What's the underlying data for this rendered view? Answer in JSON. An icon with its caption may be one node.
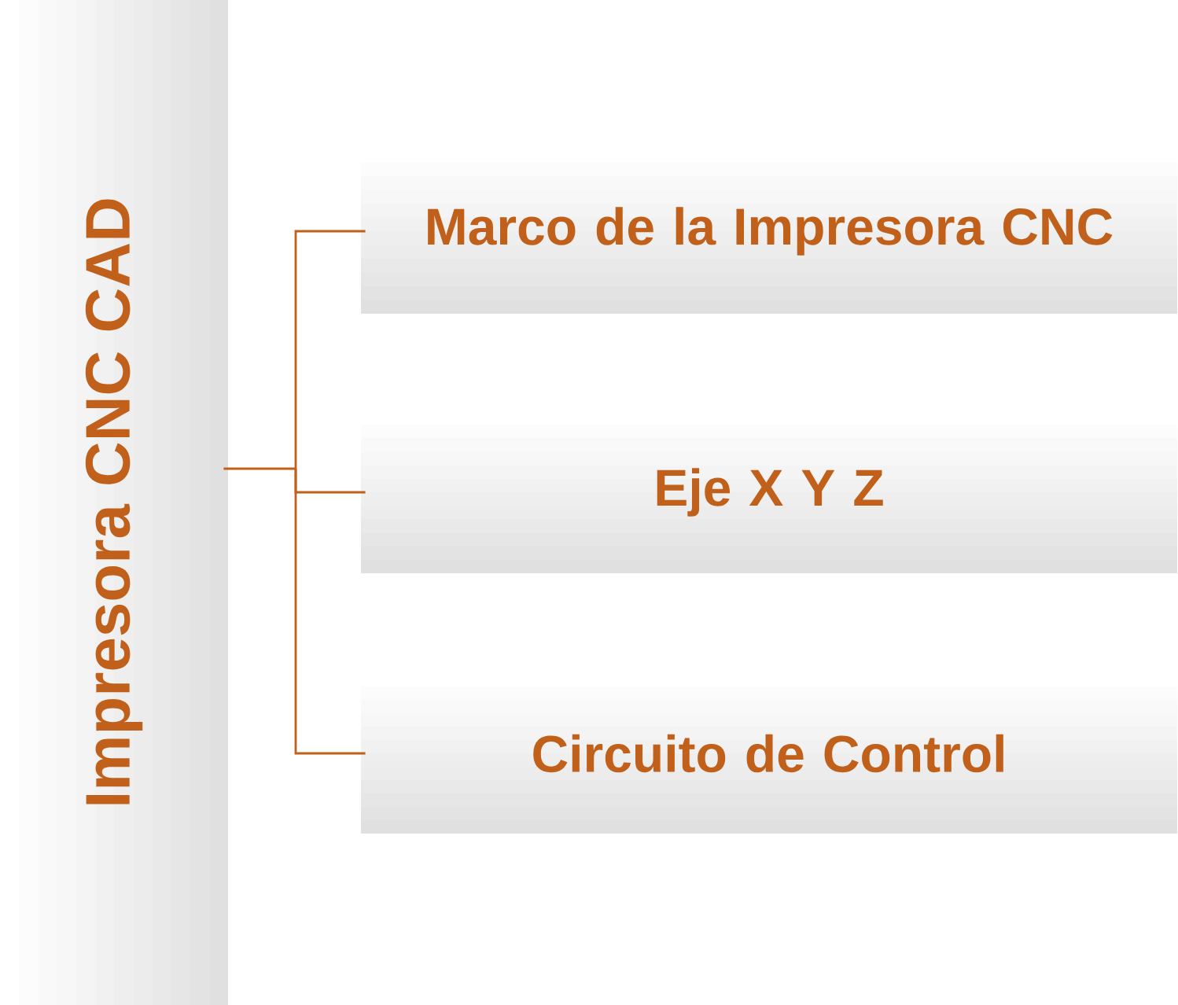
{
  "diagram": {
    "nodes": [
      {
        "text": [
          "Impresora CNC CAD"
        ]
      },
      {
        "text": [
          "Marco de la Impresora CNC"
        ]
      },
      {
        "text": [
          "Eje X Y Z"
        ]
      },
      {
        "text": [
          "Circuito de Control"
        ]
      }
    ],
    "edges": [
      {
        "from": 0,
        "to": 1,
        "arrow": "none"
      },
      {
        "from": 0,
        "to": 2,
        "arrow": "none"
      },
      {
        "from": 0,
        "to": 3,
        "arrow": "none"
      }
    ]
  }
}
